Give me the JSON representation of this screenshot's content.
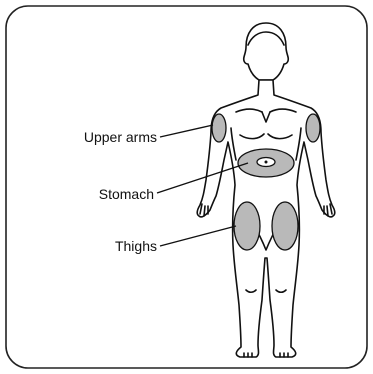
{
  "labels": {
    "upper_arms": "Upper arms",
    "stomach": "Stomach",
    "thighs": "Thighs"
  },
  "colors": {
    "outline": "#111111",
    "frame": "#222222",
    "injection_site_fill": "#b9b9b9",
    "background": "#ffffff"
  }
}
